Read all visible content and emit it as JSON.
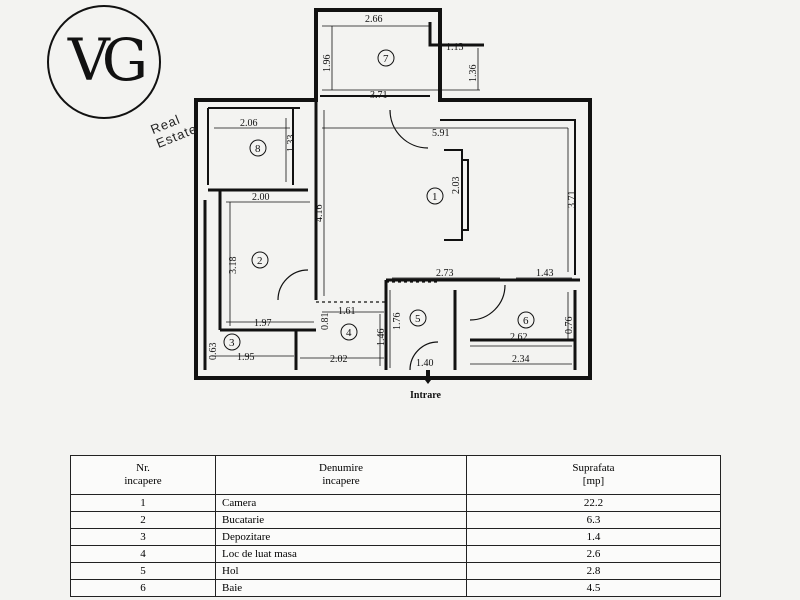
{
  "logo": {
    "letters": "VG",
    "subtitle": "Real Estate"
  },
  "plan": {
    "entrance_label": "Intrare",
    "rooms": [
      "1",
      "2",
      "3",
      "4",
      "5",
      "6",
      "7",
      "8"
    ],
    "dims": {
      "d_266": "2.66",
      "d_196": "1.96",
      "d_113": "1.13",
      "d_136": "1.36",
      "d_371a": "3.71",
      "d_206": "2.06",
      "d_133": "1.33",
      "d_591": "5.91",
      "d_200": "2.00",
      "d_416": "4.16",
      "d_203": "2.03",
      "d_371b": "3.71",
      "d_318": "3.18",
      "d_273": "2.73",
      "d_143": "1.43",
      "d_197": "1.97",
      "d_081": "0.81",
      "d_161": "1.61",
      "d_146": "1.46",
      "d_176a": "1.76",
      "d_262": "2.62",
      "d_076": "0.76",
      "d_063": "0.63",
      "d_195": "1.95",
      "d_202": "2.02",
      "d_140": "1.40",
      "d_234": "2.34"
    }
  },
  "legend": {
    "headers": {
      "nr": "Nr.\nincapere",
      "name": "Denumire\nincapere",
      "area": "Suprafata\n[mp]"
    },
    "rows": [
      {
        "nr": "1",
        "name": "Camera",
        "area": "22.2"
      },
      {
        "nr": "2",
        "name": "Bucatarie",
        "area": "6.3"
      },
      {
        "nr": "3",
        "name": "Depozitare",
        "area": "1.4"
      },
      {
        "nr": "4",
        "name": "Loc de luat masa",
        "area": "2.6"
      },
      {
        "nr": "5",
        "name": "Hol",
        "area": "2.8"
      },
      {
        "nr": "6",
        "name": "Baie",
        "area": "4.5"
      }
    ]
  }
}
